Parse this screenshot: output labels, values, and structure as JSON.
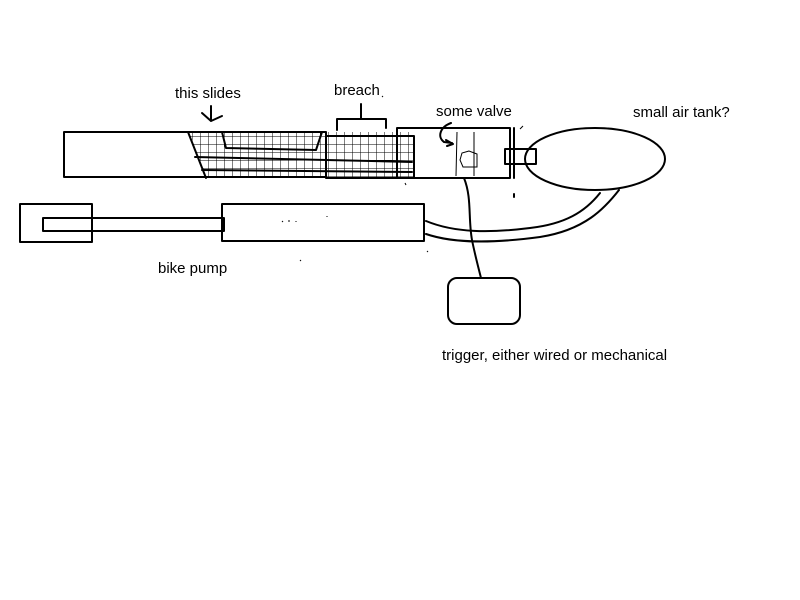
{
  "labels": {
    "slides": "this slides",
    "breach": "breach",
    "valve": "some valve",
    "tank": "small air tank?",
    "pump": "bike pump",
    "trigger": "trigger, either wired or mechanical"
  },
  "colors": {
    "ink": "#000000",
    "background": "#ffffff"
  }
}
